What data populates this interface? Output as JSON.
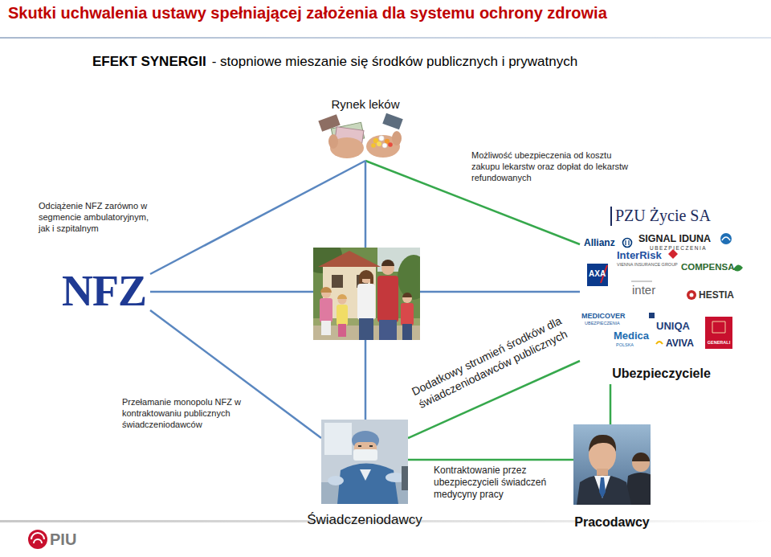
{
  "diagram": {
    "title": "Skutki uchwalenia ustawy spełniającej założenia dla systemu ochrony zdrowia",
    "nodes": [
      {
        "text": [
          "Rynek leków"
        ]
      },
      {
        "text": [
          "NFZ"
        ]
      },
      {
        "text": [
          "Ubezpieczyciele"
        ]
      },
      {
        "text": [
          "Świadczeniodawcy"
        ]
      },
      {
        "text": [
          "Pracodawcy"
        ]
      }
    ],
    "edges": [
      {
        "from": 0,
        "to": 1,
        "label": "Odciążenie NFZ zarówno w segmencie ambulatoryjnym, jak i szpitalnym",
        "arrow": "none"
      },
      {
        "from": 0,
        "to": 2,
        "label": "Możliwość ubezpieczenia od kosztu zakupu lekarstw oraz dopłat do lekarstw refundowanych",
        "arrow": "none"
      },
      {
        "from": 1,
        "to": 3,
        "label": "Przełamanie monopolu NFZ w kontraktowaniu publicznych świadczeniodawców",
        "arrow": "none"
      },
      {
        "from": 2,
        "to": 3,
        "label": "Dodatkowy strumień środków dla świadczeniodawców publicznych",
        "arrow": "none"
      },
      {
        "from": 0,
        "to": 3,
        "arrow": "none"
      },
      {
        "from": 1,
        "to": 2,
        "arrow": "none"
      },
      {
        "from": 3,
        "to": 4,
        "label": "Kontraktowanie przez ubezpieczycieli świadczeń medycyny pracy",
        "arrow": "none"
      },
      {
        "from": 2,
        "to": 4,
        "arrow": "none"
      }
    ],
    "labels": [
      "EFEKT SYNERGII",
      "- stopniowe mieszanie się środków publicznych i prywatnych",
      "PZU Życie SA",
      "Allianz",
      "SIGNAL IDUNA",
      "UBEZPIECZENIA",
      "InterRisk",
      "VIENNA INSURANCE GROUP",
      "COMPENSA",
      "AXA",
      "inter",
      "HESTIA",
      "MEDICOVER",
      "UBEZPIECZENIA",
      "UNIQA",
      "Medica",
      "POLSKA",
      "AVIVA",
      "GENERALI",
      "PIU"
    ]
  }
}
